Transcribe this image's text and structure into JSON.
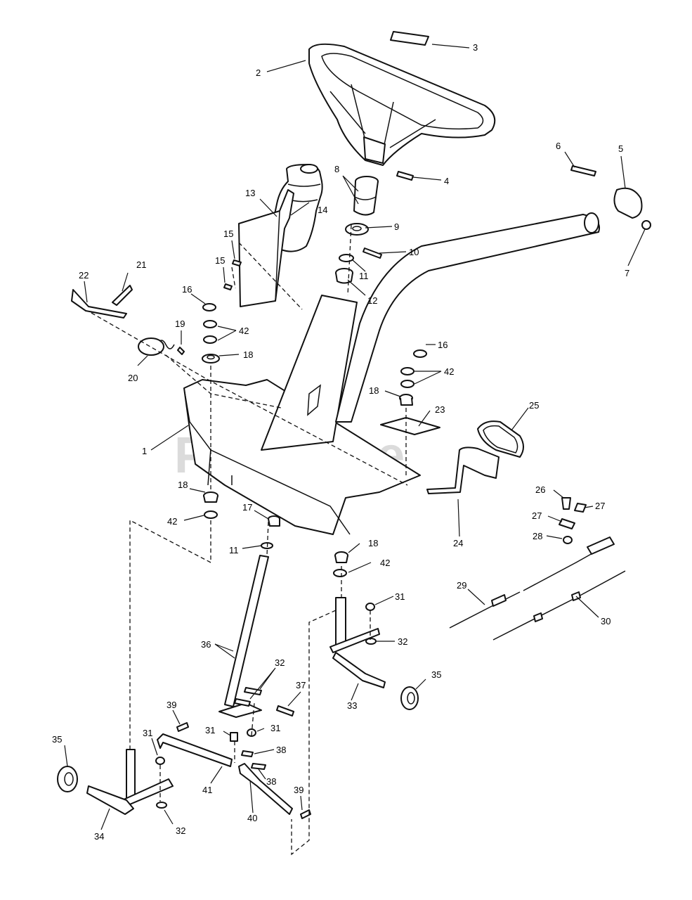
{
  "watermark": {
    "text": "PartsTree",
    "trademark": "™"
  },
  "callouts": {
    "c1": "1",
    "c2": "2",
    "c3": "3",
    "c4": "4",
    "c5": "5",
    "c6": "6",
    "c7": "7",
    "c8": "8",
    "c9": "9",
    "c10": "10",
    "c11a": "11",
    "c11b": "11",
    "c12": "12",
    "c13": "13",
    "c14": "14",
    "c15a": "15",
    "c15b": "15",
    "c16a": "16",
    "c16b": "16",
    "c17": "17",
    "c18a": "18",
    "c18b": "18",
    "c18c": "18",
    "c18d": "18",
    "c19": "19",
    "c20": "20",
    "c21": "21",
    "c22": "22",
    "c23": "23",
    "c24": "24",
    "c25": "25",
    "c26": "26",
    "c27a": "27",
    "c27b": "27",
    "c28": "28",
    "c29": "29",
    "c30": "30",
    "c31a": "31",
    "c31b": "31",
    "c31c": "31",
    "c31d": "31",
    "c32a": "32",
    "c32b": "32",
    "c32c": "32",
    "c33": "33",
    "c34": "34",
    "c35a": "35",
    "c35b": "35",
    "c36": "36",
    "c37": "37",
    "c38a": "38",
    "c38b": "38",
    "c39a": "39",
    "c39b": "39",
    "c40": "40",
    "c41": "41",
    "c42a": "42",
    "c42b": "42",
    "c42c": "42",
    "c42d": "42"
  },
  "colors": {
    "line": "#111111",
    "background": "#ffffff",
    "watermark": "#cfcfcf"
  }
}
